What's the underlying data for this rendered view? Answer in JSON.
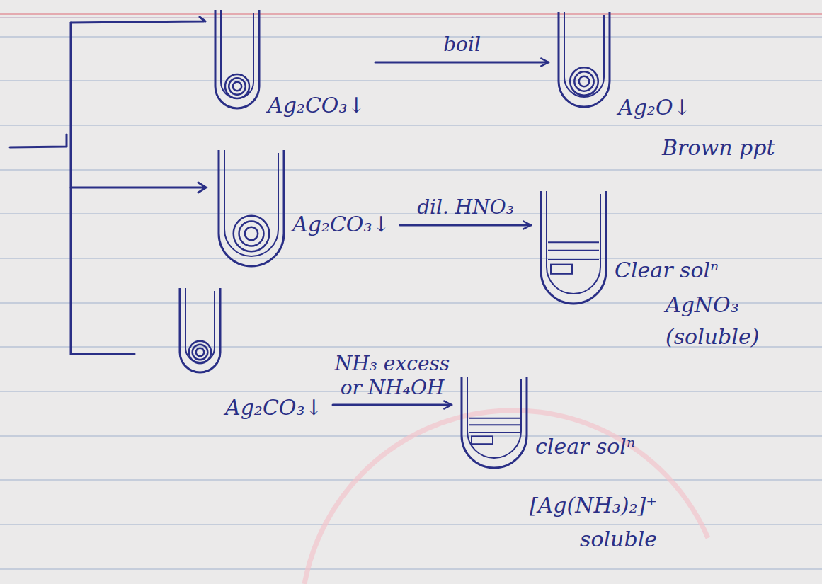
{
  "diagram": {
    "nodes": [
      {
        "text": [
          "Ag₂CO₃↓"
        ]
      },
      {
        "text": [
          "Ag₂O↓",
          "Brown ppt"
        ]
      },
      {
        "text": [
          "Ag₂CO₃↓"
        ]
      },
      {
        "text": [
          "Clear solⁿ",
          "AgNO₃ (soluble)"
        ]
      },
      {
        "text": [
          "Ag₂CO₃↓"
        ]
      },
      {
        "text": [
          "clear solⁿ",
          "[Ag(NH₃)₂]⁺ soluble"
        ]
      }
    ],
    "edges": [
      {
        "from": 0,
        "to": 1,
        "label": "boil",
        "arrow": "to"
      },
      {
        "from": 2,
        "to": 3,
        "label": "dil. HNO₃",
        "arrow": "to"
      },
      {
        "from": 4,
        "to": 5,
        "label": "NH₃ excess or NH₄OH",
        "arrow": "to"
      }
    ]
  }
}
